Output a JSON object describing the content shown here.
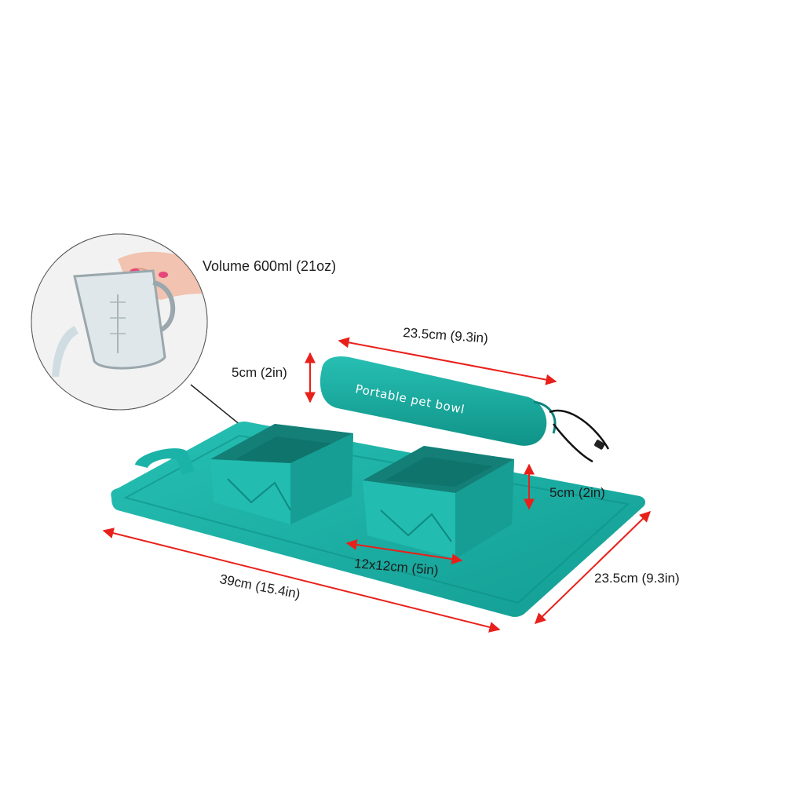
{
  "product_image": {
    "volume_label": "Volume 600ml (21oz)",
    "bag_text": "Portable pet bowl",
    "bag_length_label": "23.5cm (9.3in)",
    "bag_height_label": "5cm (2in)",
    "bowl_height_label": "5cm (2in)",
    "bowl_size_label": "12x12cm (5in)",
    "mat_length_label": "39cm (15.4in)",
    "mat_width_label": "23.5cm (9.3in)",
    "colors": {
      "product_teal": "#1bb3a8",
      "dimension_arrow": "#e8201b"
    }
  }
}
